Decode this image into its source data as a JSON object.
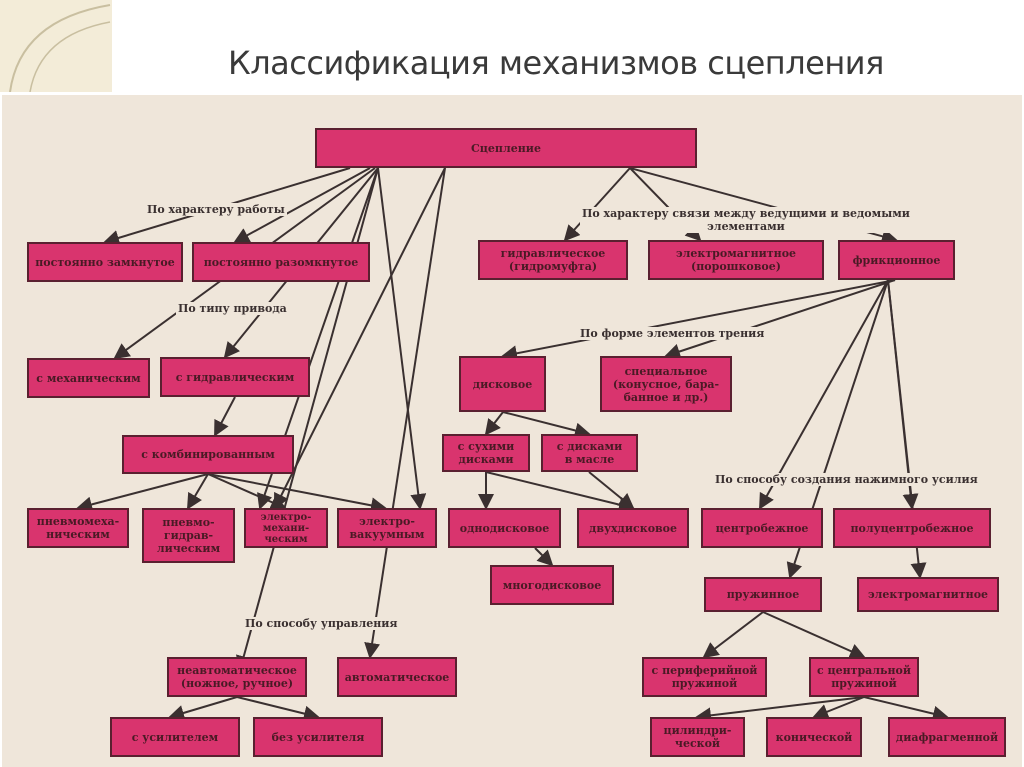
{
  "title": "Классификация механизмов сцепления",
  "nodes": {
    "root": "Сцепление",
    "closed": "постоянно замкнутое",
    "open": "постоянно разомкнутое",
    "mech": "с механическим",
    "hydr": "с гидравлическим",
    "comb": "с комбинированным",
    "pm": "пневмомеха-\nническим",
    "pg": "пневмо-\nгидрав-\nлическим",
    "em": "электро-\nмехани-\nческим",
    "ev": "электро-\nвакуумным",
    "nonauto": "неавтоматическое\n(ножное, ручное)",
    "auto": "автоматическое",
    "amp": "с усилителем",
    "noamp": "без усилителя",
    "hcoupling": "гидравлическое\n(гидромуфта)",
    "emag": "электромагнитное\n(порошковое)",
    "fric": "фрикционное",
    "disc": "дисковое",
    "special": "специальное\n(конусное, бара-\nбанное и др.)",
    "dry": "с сухими\nдисками",
    "oil": "с дисками\nв масле",
    "single": "однодисковое",
    "double": "двухдисковое",
    "multi": "многодисковое",
    "centr": "центробежное",
    "semicentr": "полуцентробежное",
    "spring": "пружинное",
    "emag2": "электромагнитное",
    "periph": "с периферийной\nпружиной",
    "central": "с центральной\nпружиной",
    "cyl": "цилиндри-\nческой",
    "con": "конической",
    "diaph": "диафрагменной"
  },
  "labels": {
    "work": "По характеру работы",
    "drive": "По типу привода",
    "control": "По способу управления",
    "link": "По характеру связи между ведущими и ведомыми\nэлементами",
    "friction": "По форме элементов трения",
    "force": "По способу создания нажимного усилия"
  }
}
